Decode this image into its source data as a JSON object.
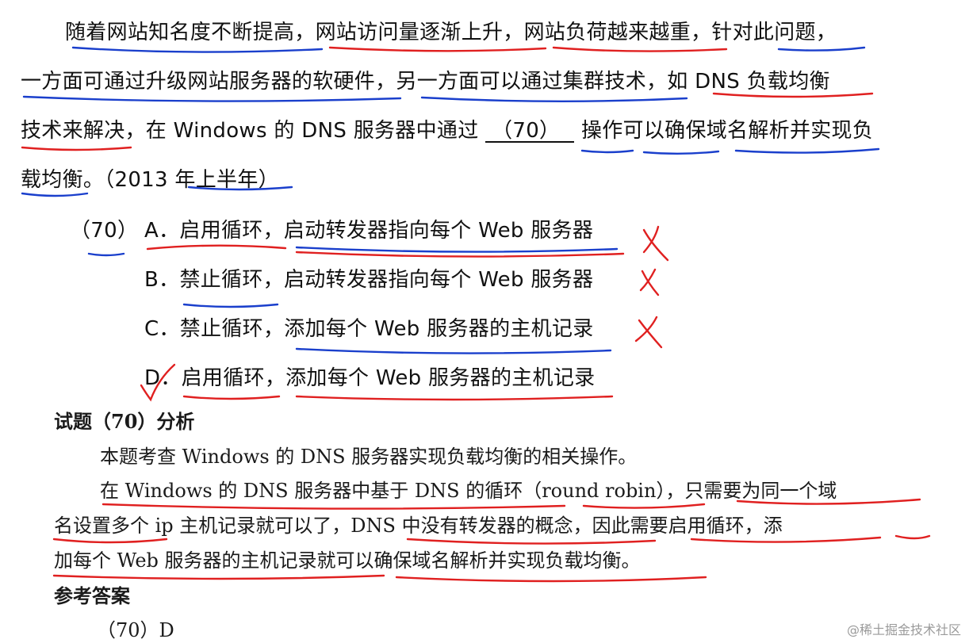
{
  "question": {
    "lines": [
      "随着网站知名度不断提高，网站访问量逐渐上升，网站负荷越来越重，针对此问题，",
      "一方面可通过升级网站服务器的软硬件，另一方面可以通过集群技术，如 DNS 负载均衡",
      "载均衡。（2013 年上半年）"
    ],
    "line3_before": "技术来解决，在 Windows 的 DNS 服务器中通过",
    "blank": "（70）",
    "line3_after": "操作可以确保域名解析并实现负",
    "number": "（70）",
    "options": [
      {
        "label": "A．",
        "text": "启用循环，启动转发器指向每个 Web 服务器"
      },
      {
        "label": "B．",
        "text": "禁止循环，启动转发器指向每个 Web 服务器"
      },
      {
        "label": "C．",
        "text": "禁止循环，添加每个 Web 服务器的主机记录"
      },
      {
        "label": "D．",
        "text": "启用循环，添加每个 Web 服务器的主机记录"
      }
    ]
  },
  "analysis": {
    "heading": "试题（70）分析",
    "lines": [
      "本题考查 Windows 的 DNS 服务器实现负载均衡的相关操作。",
      "在 Windows 的 DNS 服务器中基于 DNS 的循环（round robin），只需要为同一个域",
      "名设置多个 ip 主机记录就可以了，DNS 中没有转发器的概念，因此需要启用循环，添",
      "加每个 Web 服务器的主机记录就可以确保域名解析并实现负载均衡。"
    ]
  },
  "answer": {
    "heading": "参考答案",
    "value": "（70）D"
  },
  "watermark": "@稀土掘金技术社区",
  "ink_colors": {
    "red": "#e02020",
    "blue": "#1a3fcc"
  }
}
